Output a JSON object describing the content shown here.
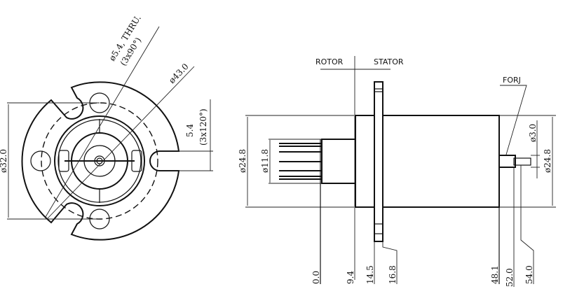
{
  "front_view": {
    "hole_note_line1": "ø5.4, THRU.",
    "hole_note_line2": "(3x90°)",
    "outer_diameter": "ø43.0",
    "slot_width": "5.4",
    "slot_pattern": "(3x120°)",
    "mount_diameter": "ø32.0"
  },
  "side_view": {
    "rotor_label": "ROTOR",
    "stator_label": "STATOR",
    "forj_label": "FORJ",
    "body_diameter_left": "ø24.8",
    "rotor_diameter": "ø11.8",
    "shaft_diameter": "ø3.0",
    "body_diameter_right": "ø24.8",
    "positions": [
      "0.0",
      "9.4",
      "14.5",
      "16.8",
      "48.1",
      "52.0",
      "54.0"
    ]
  }
}
